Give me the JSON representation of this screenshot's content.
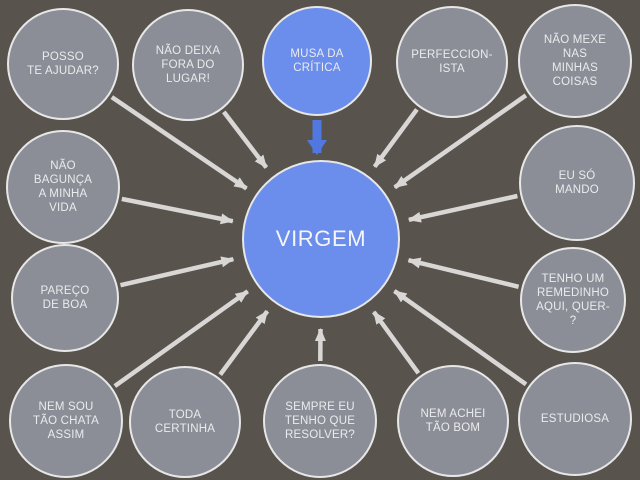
{
  "diagram": {
    "type": "radial-mind-map",
    "topic": "VIRGEM",
    "colors": {
      "background": "#59534d",
      "node_gray": "#8b8e97",
      "node_blue": "#6b8deb",
      "node_border": "#e7e7e7",
      "arrow_gray": "#d9d7d5",
      "arrow_blue": "#5078e0",
      "text": "#ebebed"
    },
    "center_node": {
      "id": "virgem",
      "label": "VIRGEM",
      "fill": "blue"
    },
    "satellite_nodes": [
      {
        "id": "posso-te-ajudar",
        "label": "POSSO\nTE AJUDAR?",
        "fill": "gray"
      },
      {
        "id": "nao-deixa",
        "label": "NÃO DEIXA\nFORA DO\nLUGAR!",
        "fill": "gray"
      },
      {
        "id": "musa-da-critica",
        "label": "MUSA DA\nCRÍTICA",
        "fill": "blue"
      },
      {
        "id": "perfeccionista",
        "label": "PERFECCION-\nISTA",
        "fill": "gray"
      },
      {
        "id": "nao-mexe",
        "label": "NÃO MEXE\nNAS\nMINHAS\nCOISAS",
        "fill": "gray"
      },
      {
        "id": "eu-so-mando",
        "label": "EU SÓ\nMANDO",
        "fill": "gray"
      },
      {
        "id": "tenho-um-remedinho",
        "label": "TENHO UM\nREMEDINHO\nAQUI, QUER-\n?",
        "fill": "gray"
      },
      {
        "id": "estudiosa",
        "label": "ESTUDIOSA",
        "fill": "gray"
      },
      {
        "id": "nem-achei-tao-bom",
        "label": "NEM ACHEI\nTÃO BOM",
        "fill": "gray"
      },
      {
        "id": "sempre-eu",
        "label": "SEMPRE EU\nTENHO QUE\nRESOLVER?",
        "fill": "gray"
      },
      {
        "id": "toda-certinha",
        "label": "TODA\nCERTINHA",
        "fill": "gray"
      },
      {
        "id": "nem-sou-tao-chata",
        "label": "NEM SOU\nTÃO CHATA\nASSIM",
        "fill": "gray"
      },
      {
        "id": "pareco-de-boa",
        "label": "PAREÇO\nDE BOA",
        "fill": "gray"
      },
      {
        "id": "nao-bagunca",
        "label": "NÃO\nBAGUNÇA\nA MINHA\nVIDA",
        "fill": "gray"
      }
    ],
    "edges": [
      {
        "from": "posso-te-ajudar",
        "to": "virgem",
        "color": "gray"
      },
      {
        "from": "nao-deixa",
        "to": "virgem",
        "color": "gray"
      },
      {
        "from": "musa-da-critica",
        "to": "virgem",
        "color": "blue"
      },
      {
        "from": "perfeccionista",
        "to": "virgem",
        "color": "gray"
      },
      {
        "from": "nao-mexe",
        "to": "virgem",
        "color": "gray"
      },
      {
        "from": "eu-so-mando",
        "to": "virgem",
        "color": "gray"
      },
      {
        "from": "tenho-um-remedinho",
        "to": "virgem",
        "color": "gray"
      },
      {
        "from": "estudiosa",
        "to": "virgem",
        "color": "gray"
      },
      {
        "from": "nem-achei-tao-bom",
        "to": "virgem",
        "color": "gray"
      },
      {
        "from": "sempre-eu",
        "to": "virgem",
        "color": "gray"
      },
      {
        "from": "toda-certinha",
        "to": "virgem",
        "color": "gray"
      },
      {
        "from": "nem-sou-tao-chata",
        "to": "virgem",
        "color": "gray"
      },
      {
        "from": "pareco-de-boa",
        "to": "virgem",
        "color": "gray"
      },
      {
        "from": "nao-bagunca",
        "to": "virgem",
        "color": "gray"
      }
    ]
  }
}
